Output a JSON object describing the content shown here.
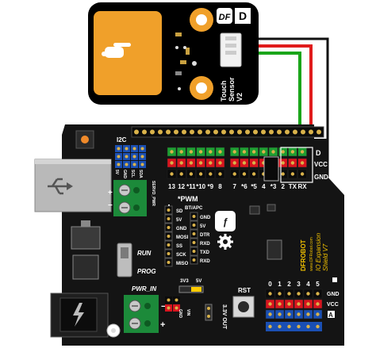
{
  "sensor": {
    "label_line1": "Touch",
    "label_line2": "Sensor",
    "label_line3": "V2",
    "logo_text": "DF",
    "signal_letter": "D",
    "touch_hint": "hand-pointer-icon"
  },
  "wires": [
    {
      "name": "signal",
      "color": "#1aa51a"
    },
    {
      "name": "vcc",
      "color": "#e01b1b"
    },
    {
      "name": "gnd",
      "color": "#111111"
    }
  ],
  "board": {
    "i2c_label": "I2C",
    "i2c_pins": [
      "5V",
      "GND",
      "SCL",
      "SDA"
    ],
    "pwm_label": "*PWM",
    "digital_pins_left": [
      "13",
      "12",
      "*11",
      "*10",
      "*9",
      "8"
    ],
    "digital_pins_right": [
      "7",
      "*6",
      "*5",
      "4",
      "*3",
      "2",
      "TX",
      "RX"
    ],
    "row_labels": {
      "signal": "D",
      "vcc": "VCC",
      "gnd": "GND"
    },
    "bt_apc_label": "BT/APC",
    "bt_pins": [
      "GND",
      "5V",
      "DTR",
      "RXD",
      "TXD",
      "RXD"
    ],
    "spi_pins": [
      "SD",
      "5V",
      "GND",
      "MOSI",
      "SS",
      "SCK",
      "MISO"
    ],
    "servo_pwr_label": "SERVO_PWR",
    "pwr_in_label": "PWR_IN",
    "run_label": "RUN",
    "prog_label": "PROG",
    "vsel_left": "3V3",
    "vsel_right": "5V",
    "out_label": "3.3V OUT",
    "aux_pins": [
      "GND",
      "VIN"
    ],
    "rst_label": "RST",
    "analog_pins": [
      "0",
      "1",
      "2",
      "3",
      "4",
      "5"
    ],
    "analog_row_labels": {
      "gnd": "GND",
      "vcc": "VCC",
      "signal": "A"
    },
    "brand": "DFROBOT",
    "brand_url": "www.DFRobot.com",
    "product_line1": "IO Expansion",
    "product_line2": "Shield V7",
    "plus": "+",
    "minus": "−"
  },
  "colors": {
    "sensor_pcb": "#000000",
    "sensor_pad": "#f0a02a",
    "board_pcb": "#141414",
    "header_green": "#1e9e32",
    "header_red": "#d8141e",
    "header_blue": "#1a4fb3",
    "terminal_green": "#1c8a3a",
    "silk": "#ffffff",
    "yellow_silk": "#f2c200"
  }
}
